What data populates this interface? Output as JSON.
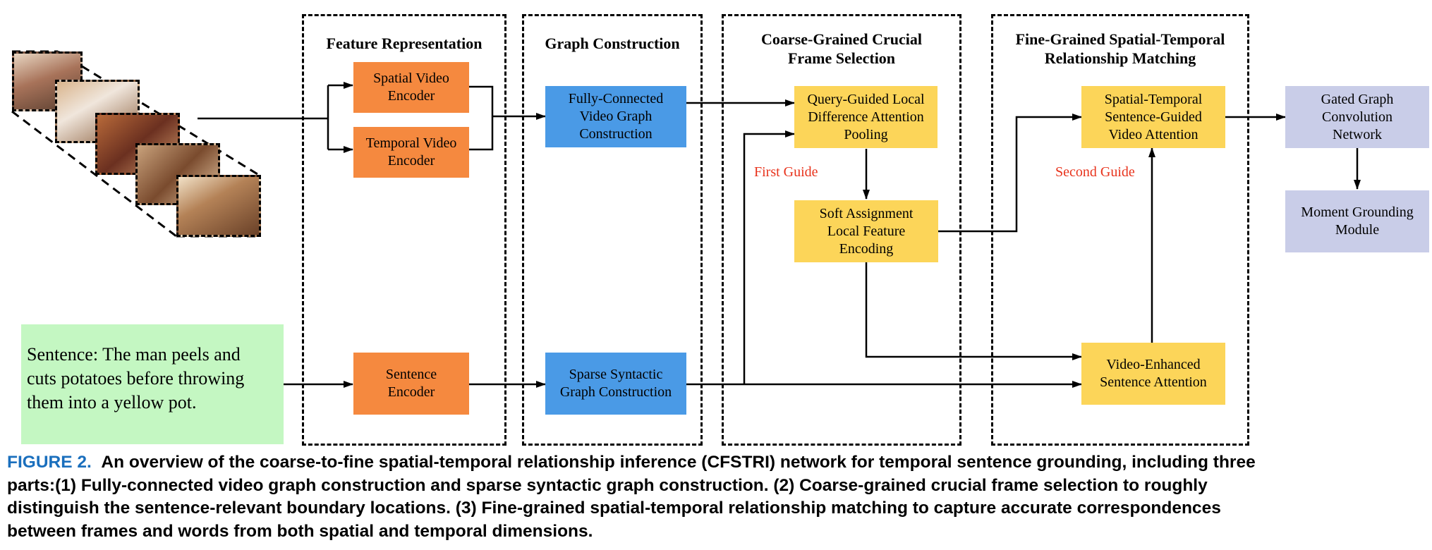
{
  "sections": {
    "feature_representation": "Feature Representation",
    "graph_construction": "Graph Construction",
    "coarse_line1": "Coarse-Grained Crucial",
    "coarse_line2": "Frame Selection",
    "fine_line1": "Fine-Grained Spatial-Temporal",
    "fine_line2": "Relationship Matching"
  },
  "boxes": {
    "spatial_encoder": [
      "Spatial Video",
      "Encoder"
    ],
    "temporal_encoder": [
      "Temporal Video",
      "Encoder"
    ],
    "sentence_encoder": [
      "Sentence",
      "Encoder"
    ],
    "video_graph": [
      "Fully-Connected",
      "Video Graph",
      "Construction"
    ],
    "syntactic_graph": [
      "Sparse Syntactic",
      "Graph Construction"
    ],
    "query_pooling": [
      "Query-Guided Local",
      "Difference Attention",
      "Pooling"
    ],
    "soft_assignment": [
      "Soft Assignment",
      "Local Feature",
      "Encoding"
    ],
    "st_attention": [
      "Spatial-Temporal",
      "Sentence-Guided",
      "Video Attention"
    ],
    "ve_attention": [
      "Video-Enhanced",
      "Sentence Attention"
    ],
    "gated_gcn": [
      "Gated Graph",
      "Convolution",
      "Network"
    ],
    "moment_module": [
      "Moment Grounding",
      "Module"
    ]
  },
  "sentence_input": {
    "line1": "Sentence:  The man peels and",
    "line2": "cuts potatoes before throwing",
    "line3": "them into a yellow pot."
  },
  "guides": {
    "first": "First Guide",
    "second": "Second Guide"
  },
  "colors": {
    "encoder": "#f5893f",
    "graph": "#4a9ae6",
    "selection": "#fcd559",
    "output": "#c9cde8",
    "sentence_bg": "#c4f7c2",
    "guide_text": "#e8331c",
    "caption_label": "#1a6fbd"
  },
  "caption": {
    "label": "FIGURE 2.",
    "line1": "An overview of the coarse-to-fine spatial-temporal relationship inference (CFSTRI) network for temporal sentence grounding, including three",
    "line2": "parts:(1) Fully-connected video graph construction and sparse syntactic graph construction. (2) Coarse-grained crucial frame selection to roughly",
    "line3": "distinguish the sentence-relevant boundary locations. (3) Fine-grained spatial-temporal relationship matching to capture accurate correspondences",
    "line4": "between frames and words from both spatial and temporal dimensions."
  }
}
